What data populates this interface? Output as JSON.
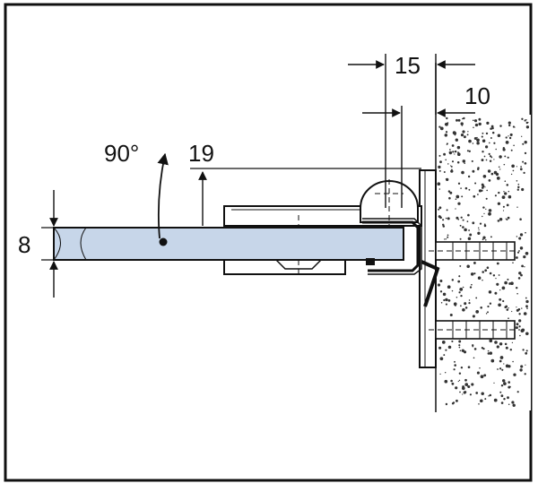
{
  "labels": {
    "dim_15": "15",
    "dim_10": "10",
    "dim_19": "19",
    "angle": "90°",
    "dim_8": "8"
  },
  "colors": {
    "glass": "#c7d6e9",
    "line": "#111111",
    "wall_dots": "#333333",
    "frame": "#111111"
  }
}
